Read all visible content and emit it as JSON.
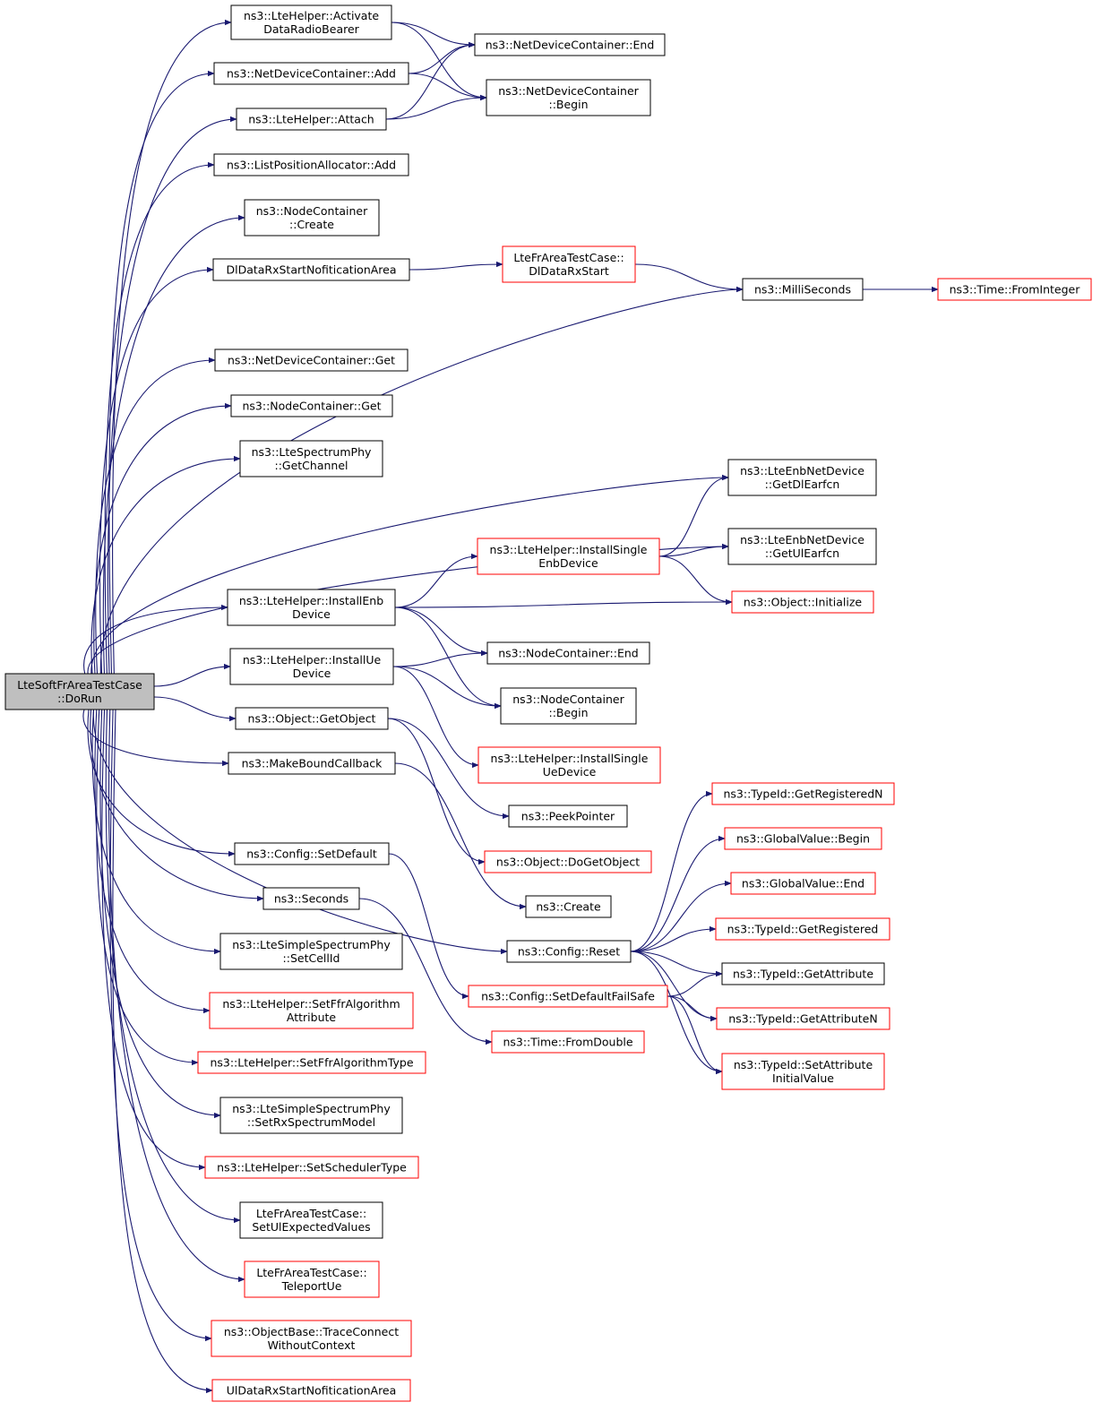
{
  "colors": {
    "edge": "#191970",
    "root_fill": "#bfbfbf",
    "node_border_black": "#000000",
    "node_border_red": "#ff0000",
    "background": "#ffffff"
  },
  "nodes": [
    {
      "id": "root",
      "lines": [
        "LteSoftFrAreaTestCase",
        "::DoRun"
      ],
      "style": "root"
    },
    {
      "id": "activate",
      "lines": [
        "ns3::LteHelper::Activate",
        "DataRadioBearer"
      ],
      "style": "black"
    },
    {
      "id": "ndc_add",
      "lines": [
        "ns3::NetDeviceContainer::Add"
      ],
      "style": "black"
    },
    {
      "id": "attach",
      "lines": [
        "ns3::LteHelper::Attach"
      ],
      "style": "black"
    },
    {
      "id": "lpa_add",
      "lines": [
        "ns3::ListPositionAllocator::Add"
      ],
      "style": "black"
    },
    {
      "id": "nc_create",
      "lines": [
        "ns3::NodeContainer",
        "::Create"
      ],
      "style": "black"
    },
    {
      "id": "dl_area",
      "lines": [
        "DlDataRxStartNofiticationArea"
      ],
      "style": "black"
    },
    {
      "id": "ndc_get",
      "lines": [
        "ns3::NetDeviceContainer::Get"
      ],
      "style": "black"
    },
    {
      "id": "nc_get",
      "lines": [
        "ns3::NodeContainer::Get"
      ],
      "style": "black"
    },
    {
      "id": "getchannel",
      "lines": [
        "ns3::LteSpectrumPhy",
        "::GetChannel"
      ],
      "style": "black"
    },
    {
      "id": "inst_enb",
      "lines": [
        "ns3::LteHelper::InstallEnb",
        "Device"
      ],
      "style": "black"
    },
    {
      "id": "inst_ue",
      "lines": [
        "ns3::LteHelper::InstallUe",
        "Device"
      ],
      "style": "black"
    },
    {
      "id": "getobject",
      "lines": [
        "ns3::Object::GetObject"
      ],
      "style": "black"
    },
    {
      "id": "mbc",
      "lines": [
        "ns3::MakeBoundCallback"
      ],
      "style": "black"
    },
    {
      "id": "cfg_setdef",
      "lines": [
        "ns3::Config::SetDefault"
      ],
      "style": "black"
    },
    {
      "id": "seconds",
      "lines": [
        "ns3::Seconds"
      ],
      "style": "black"
    },
    {
      "id": "setcellid",
      "lines": [
        "ns3::LteSimpleSpectrumPhy",
        "::SetCellId"
      ],
      "style": "black"
    },
    {
      "id": "setffrattr",
      "lines": [
        "ns3::LteHelper::SetFfrAlgorithm",
        "Attribute"
      ],
      "style": "red"
    },
    {
      "id": "setffrtype",
      "lines": [
        "ns3::LteHelper::SetFfrAlgorithmType"
      ],
      "style": "red"
    },
    {
      "id": "setrxsm",
      "lines": [
        "ns3::LteSimpleSpectrumPhy",
        "::SetRxSpectrumModel"
      ],
      "style": "black"
    },
    {
      "id": "setsched",
      "lines": [
        "ns3::LteHelper::SetSchedulerType"
      ],
      "style": "red"
    },
    {
      "id": "setulexp",
      "lines": [
        "LteFrAreaTestCase::",
        "SetUlExpectedValues"
      ],
      "style": "black"
    },
    {
      "id": "teleport",
      "lines": [
        "LteFrAreaTestCase::",
        "TeleportUe"
      ],
      "style": "red"
    },
    {
      "id": "traceconn",
      "lines": [
        "ns3::ObjectBase::TraceConnect",
        "WithoutContext"
      ],
      "style": "red"
    },
    {
      "id": "ul_area",
      "lines": [
        "UlDataRxStartNofiticationArea"
      ],
      "style": "red"
    },
    {
      "id": "ndc_end",
      "lines": [
        "ns3::NetDeviceContainer::End"
      ],
      "style": "black"
    },
    {
      "id": "ndc_begin",
      "lines": [
        "ns3::NetDeviceContainer",
        "::Begin"
      ],
      "style": "black"
    },
    {
      "id": "dlrxstart",
      "lines": [
        "LteFrAreaTestCase::",
        "DlDataRxStart"
      ],
      "style": "red"
    },
    {
      "id": "inst_single_enb",
      "lines": [
        "ns3::LteHelper::InstallSingle",
        "EnbDevice"
      ],
      "style": "red"
    },
    {
      "id": "nc_end",
      "lines": [
        "ns3::NodeContainer::End"
      ],
      "style": "black"
    },
    {
      "id": "nc_begin",
      "lines": [
        "ns3::NodeContainer",
        "::Begin"
      ],
      "style": "black"
    },
    {
      "id": "inst_single_ue",
      "lines": [
        "ns3::LteHelper::InstallSingle",
        "UeDevice"
      ],
      "style": "red"
    },
    {
      "id": "peekpointer",
      "lines": [
        "ns3::PeekPointer"
      ],
      "style": "black"
    },
    {
      "id": "dogetobject",
      "lines": [
        "ns3::Object::DoGetObject"
      ],
      "style": "red"
    },
    {
      "id": "create",
      "lines": [
        "ns3::Create"
      ],
      "style": "black"
    },
    {
      "id": "cfg_reset",
      "lines": [
        "ns3::Config::Reset"
      ],
      "style": "black"
    },
    {
      "id": "cfg_setdeffs",
      "lines": [
        "ns3::Config::SetDefaultFailSafe"
      ],
      "style": "red"
    },
    {
      "id": "time_fromdouble",
      "lines": [
        "ns3::Time::FromDouble"
      ],
      "style": "red"
    },
    {
      "id": "milliseconds",
      "lines": [
        "ns3::MilliSeconds"
      ],
      "style": "black"
    },
    {
      "id": "getdlearfcn",
      "lines": [
        "ns3::LteEnbNetDevice",
        "::GetDlEarfcn"
      ],
      "style": "black"
    },
    {
      "id": "getulearfcn",
      "lines": [
        "ns3::LteEnbNetDevice",
        "::GetUlEarfcn"
      ],
      "style": "black"
    },
    {
      "id": "obj_init",
      "lines": [
        "ns3::Object::Initialize"
      ],
      "style": "red"
    },
    {
      "id": "tid_getregn",
      "lines": [
        "ns3::TypeId::GetRegisteredN"
      ],
      "style": "red"
    },
    {
      "id": "gv_begin",
      "lines": [
        "ns3::GlobalValue::Begin"
      ],
      "style": "red"
    },
    {
      "id": "gv_end",
      "lines": [
        "ns3::GlobalValue::End"
      ],
      "style": "red"
    },
    {
      "id": "tid_getreg",
      "lines": [
        "ns3::TypeId::GetRegistered"
      ],
      "style": "red"
    },
    {
      "id": "tid_getattr",
      "lines": [
        "ns3::TypeId::GetAttribute"
      ],
      "style": "black"
    },
    {
      "id": "tid_getattrn",
      "lines": [
        "ns3::TypeId::GetAttributeN"
      ],
      "style": "red"
    },
    {
      "id": "tid_setattr",
      "lines": [
        "ns3::TypeId::SetAttribute",
        "InitialValue"
      ],
      "style": "red"
    },
    {
      "id": "time_fromint",
      "lines": [
        "ns3::Time::FromInteger"
      ],
      "style": "red"
    }
  ],
  "edges": [
    [
      "root",
      "activate"
    ],
    [
      "root",
      "ndc_add"
    ],
    [
      "root",
      "attach"
    ],
    [
      "root",
      "lpa_add"
    ],
    [
      "root",
      "nc_create"
    ],
    [
      "root",
      "dl_area"
    ],
    [
      "root",
      "milliseconds"
    ],
    [
      "root",
      "ndc_get"
    ],
    [
      "root",
      "nc_get"
    ],
    [
      "root",
      "getchannel"
    ],
    [
      "root",
      "getdlearfcn"
    ],
    [
      "root",
      "getulearfcn"
    ],
    [
      "root",
      "inst_enb"
    ],
    [
      "root",
      "inst_ue"
    ],
    [
      "root",
      "getobject"
    ],
    [
      "root",
      "mbc"
    ],
    [
      "root",
      "cfg_reset"
    ],
    [
      "root",
      "cfg_setdef"
    ],
    [
      "root",
      "seconds"
    ],
    [
      "root",
      "setcellid"
    ],
    [
      "root",
      "setffrattr"
    ],
    [
      "root",
      "setffrtype"
    ],
    [
      "root",
      "setrxsm"
    ],
    [
      "root",
      "setsched"
    ],
    [
      "root",
      "setulexp"
    ],
    [
      "root",
      "teleport"
    ],
    [
      "root",
      "traceconn"
    ],
    [
      "root",
      "ul_area"
    ],
    [
      "activate",
      "ndc_end"
    ],
    [
      "activate",
      "ndc_begin"
    ],
    [
      "ndc_add",
      "ndc_end"
    ],
    [
      "ndc_add",
      "ndc_begin"
    ],
    [
      "attach",
      "ndc_end"
    ],
    [
      "attach",
      "ndc_begin"
    ],
    [
      "dl_area",
      "dlrxstart"
    ],
    [
      "dlrxstart",
      "milliseconds"
    ],
    [
      "milliseconds",
      "time_fromint"
    ],
    [
      "inst_enb",
      "inst_single_enb"
    ],
    [
      "inst_enb",
      "obj_init"
    ],
    [
      "inst_enb",
      "nc_end"
    ],
    [
      "inst_enb",
      "nc_begin"
    ],
    [
      "inst_single_enb",
      "getdlearfcn"
    ],
    [
      "inst_single_enb",
      "getulearfcn"
    ],
    [
      "inst_single_enb",
      "obj_init"
    ],
    [
      "inst_ue",
      "nc_end"
    ],
    [
      "inst_ue",
      "nc_begin"
    ],
    [
      "inst_ue",
      "inst_single_ue"
    ],
    [
      "getobject",
      "peekpointer"
    ],
    [
      "getobject",
      "dogetobject"
    ],
    [
      "mbc",
      "create"
    ],
    [
      "cfg_setdef",
      "cfg_setdeffs"
    ],
    [
      "seconds",
      "time_fromdouble"
    ],
    [
      "cfg_reset",
      "tid_getregn"
    ],
    [
      "cfg_reset",
      "gv_begin"
    ],
    [
      "cfg_reset",
      "gv_end"
    ],
    [
      "cfg_reset",
      "tid_getreg"
    ],
    [
      "cfg_reset",
      "tid_getattr"
    ],
    [
      "cfg_reset",
      "tid_getattrn"
    ],
    [
      "cfg_reset",
      "tid_setattr"
    ],
    [
      "cfg_setdeffs",
      "tid_getattr"
    ],
    [
      "cfg_setdeffs",
      "tid_getattrn"
    ],
    [
      "cfg_setdeffs",
      "tid_setattr"
    ]
  ]
}
